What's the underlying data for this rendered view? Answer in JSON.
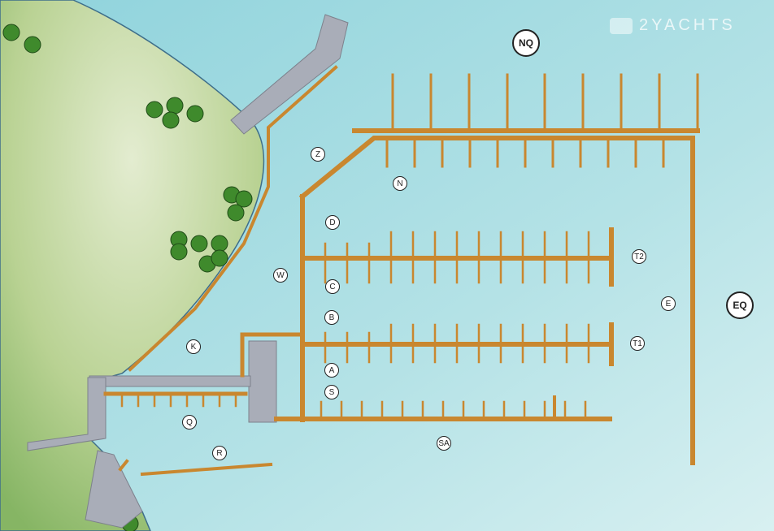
{
  "logo": {
    "text": "2YACHTS"
  },
  "colors": {
    "water": "#a8dde2",
    "land": "#9cc47a",
    "pier": "#c9872f",
    "concrete": "#a9adb8"
  },
  "labels": {
    "NQ": "NQ",
    "Z": "Z",
    "N": "N",
    "D": "D",
    "T2": "T2",
    "W": "W",
    "C": "C",
    "E": "E",
    "EQ": "EQ",
    "B": "B",
    "T1": "T1",
    "K": "K",
    "A": "A",
    "S": "S",
    "Q": "Q",
    "SA": "SA",
    "R": "R"
  }
}
